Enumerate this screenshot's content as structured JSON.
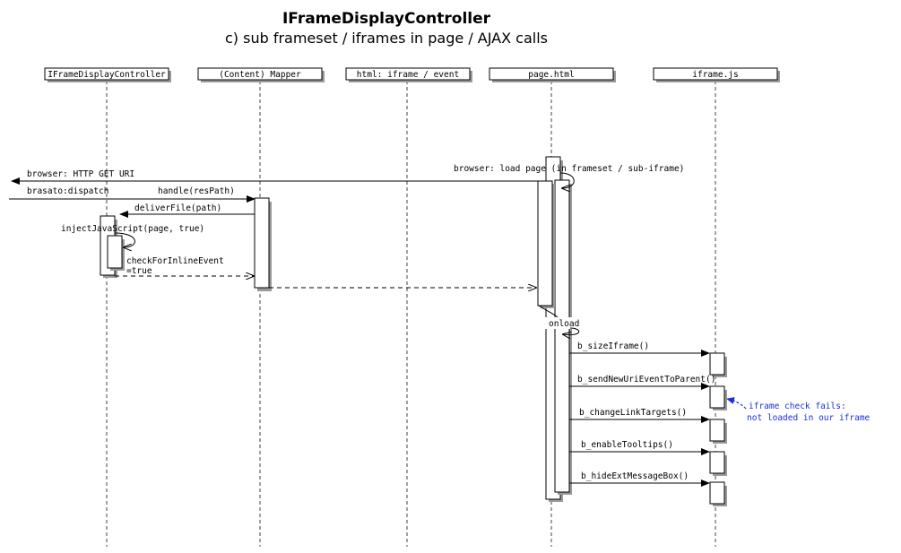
{
  "diagram": {
    "title": "IFrameDisplayController",
    "subtitle": "c) sub frameset / iframes in page / AJAX calls",
    "participants": [
      "IFrameDisplayController",
      "(Content) Mapper",
      "html: iframe / event",
      "page.html",
      "iframe.js"
    ],
    "messages": {
      "browser_get": "browser: HTTP GET URI",
      "browser_load": "browser: load page (in frameset / sub-iframe)",
      "brasato": "brasato:dispatch",
      "handle": "handle(resPath)",
      "deliver": "deliverFile(path)",
      "inject": "injectJavaScript(page, true)",
      "check_line1": "checkForInlineEvent",
      "check_line2": "=true",
      "onload": "onload",
      "size_iframe": "b_sizeIframe()",
      "send_uri": "b_sendNewUriEventToParent()",
      "change_links": "b_changeLinkTargets()",
      "tooltips": "b_enableTooltips()",
      "hide_box": "b_hideExtMessageBox()"
    },
    "note_line1": "iframe check fails:",
    "note_line2": "not loaded in our iframe",
    "note_color": "#1b2fd9"
  }
}
